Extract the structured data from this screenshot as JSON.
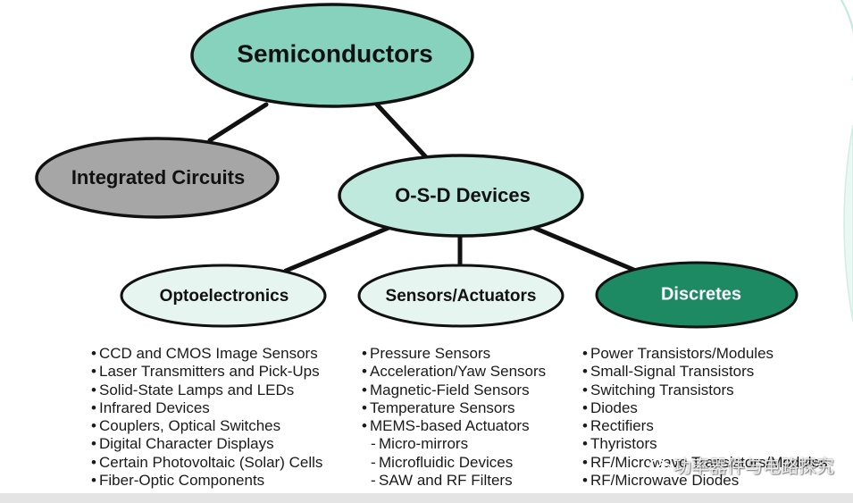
{
  "nodes": {
    "semiconductors": "Semiconductors",
    "integrated_circuits": "Integrated Circuits",
    "osd_devices": "O-S-D Devices",
    "optoelectronics": "Optoelectronics",
    "sensors_actuators": "Sensors/Actuators",
    "discretes": "Discretes"
  },
  "lists": {
    "optoelectronics": [
      "CCD and CMOS Image Sensors",
      "Laser Transmitters and Pick-Ups",
      "Solid-State Lamps and LEDs",
      "Infrared Devices",
      "Couplers, Optical Switches",
      "Digital Character Displays",
      "Certain Photovoltaic (Solar) Cells",
      "Fiber-Optic Components"
    ],
    "sensors_actuators": [
      "Pressure Sensors",
      "Acceleration/Yaw Sensors",
      "Magnetic-Field Sensors",
      "Temperature Sensors",
      "MEMS-based Actuators"
    ],
    "sensors_actuators_sub": [
      "Micro-mirrors",
      "Microfluidic Devices",
      "SAW and RF Filters"
    ],
    "discretes": [
      "Power Transistors/Modules",
      "Small-Signal Transistors",
      "Switching Transistors",
      "Diodes",
      "Rectifiers",
      "Thyristors",
      "RF/Microwave Transistors/Modules",
      "RF/Microwave Diodes"
    ]
  },
  "watermark": "功率器件与电路探究",
  "colors": {
    "top_fill": "#86d2bd",
    "mid_fill": "#bfe9dd",
    "light_fill": "#e6f5ef",
    "dark_green": "#1e8a63",
    "gray_fill": "#a6a6a6",
    "line": "#111111"
  }
}
